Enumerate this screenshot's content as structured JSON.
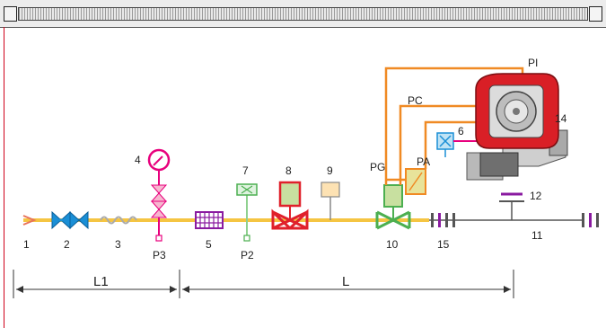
{
  "window": {
    "icon_left": "window-box-icon",
    "icon_right": "window-box-icon"
  },
  "labels": {
    "n1": "1",
    "n2": "2",
    "n3": "3",
    "n4": "4",
    "n5": "5",
    "n6": "6",
    "n7": "7",
    "n8": "8",
    "n9": "9",
    "n10": "10",
    "n11": "11",
    "n12": "12",
    "n14": "14",
    "n15": "15",
    "p3": "P3",
    "p2": "P2",
    "pg": "PG",
    "pc": "PC",
    "pa": "PA",
    "pi": "PI",
    "l1": "L1",
    "l": "L"
  },
  "colors": {
    "gas_line": "#f5c542",
    "valve_blue": "#1a8fd6",
    "valve_pink": "#e8007d",
    "filter_purple": "#8a1aa0",
    "valve_red": "#e0212b",
    "valve_green": "#4caf50",
    "pressure_line": "#f08a24",
    "burner_red": "#d91f26"
  }
}
